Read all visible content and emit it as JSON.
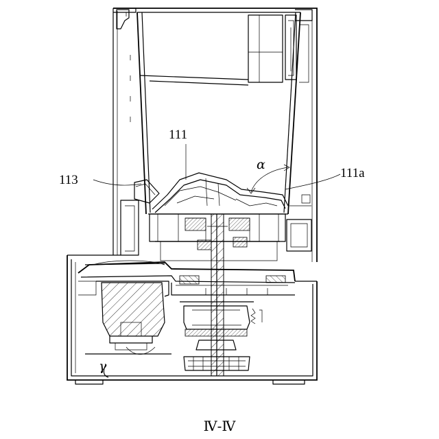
{
  "labels": {
    "label_111": "111",
    "label_113": "113",
    "label_111a": "111a",
    "label_alpha": "α",
    "label_gamma": "γ"
  },
  "caption": "Ⅳ-Ⅳ"
}
